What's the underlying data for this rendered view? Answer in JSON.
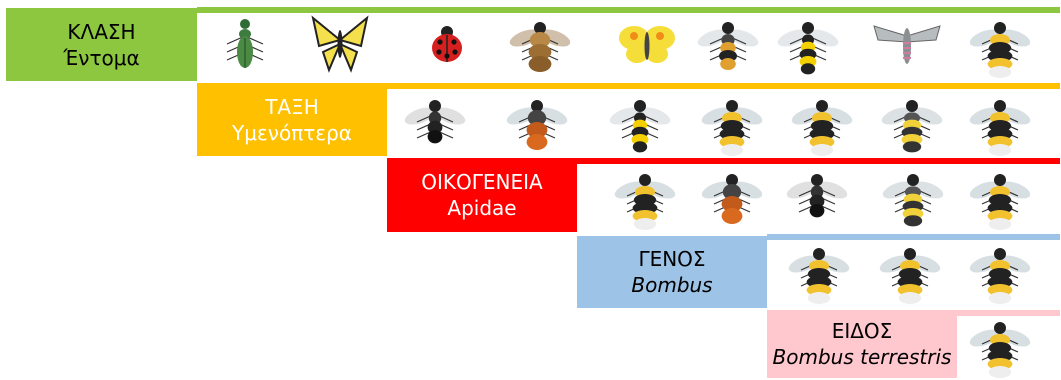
{
  "levels": [
    {
      "rank": "ΚΛΑΣΗ",
      "taxon": "Έντομα",
      "taxon_italic": false,
      "color": "#8dc63f",
      "insects": [
        "beetle-icon",
        "swallowtail-butterfly-icon",
        "ladybug-icon",
        "bee-fly-icon",
        "yellow-butterfly-icon",
        "hoverfly-icon",
        "wasp-icon",
        "moth-icon",
        "bumblebee-icon"
      ]
    },
    {
      "rank": "ΤΑΞΗ",
      "taxon": "Υμενόπτερα",
      "taxon_italic": false,
      "color": "#ffc000",
      "insects": [
        "black-bee-icon",
        "red-tailed-bee-icon",
        "wasp-icon",
        "bumblebee-icon",
        "bumblebee-icon",
        "wool-carder-bee-icon",
        "bumblebee-icon"
      ]
    },
    {
      "rank": "ΟΙΚΟΓΕΝΕΙΑ",
      "taxon": "Apidae",
      "taxon_italic": false,
      "color": "#ff0000",
      "insects": [
        "bumblebee-icon",
        "red-tailed-bee-icon",
        "black-bee-icon",
        "wool-carder-bee-icon",
        "bumblebee-icon"
      ]
    },
    {
      "rank": "ΓΕΝΟΣ",
      "taxon": "Bombus",
      "taxon_italic": true,
      "color": "#9dc3e6",
      "insects": [
        "bumblebee-icon",
        "bumblebee-icon",
        "bumblebee-icon"
      ]
    },
    {
      "rank": "ΕΙΔΟΣ",
      "taxon": "Bombus terrestris",
      "taxon_italic": true,
      "color": "#ffc7ce",
      "insects": [
        "bumblebee-icon"
      ]
    }
  ]
}
